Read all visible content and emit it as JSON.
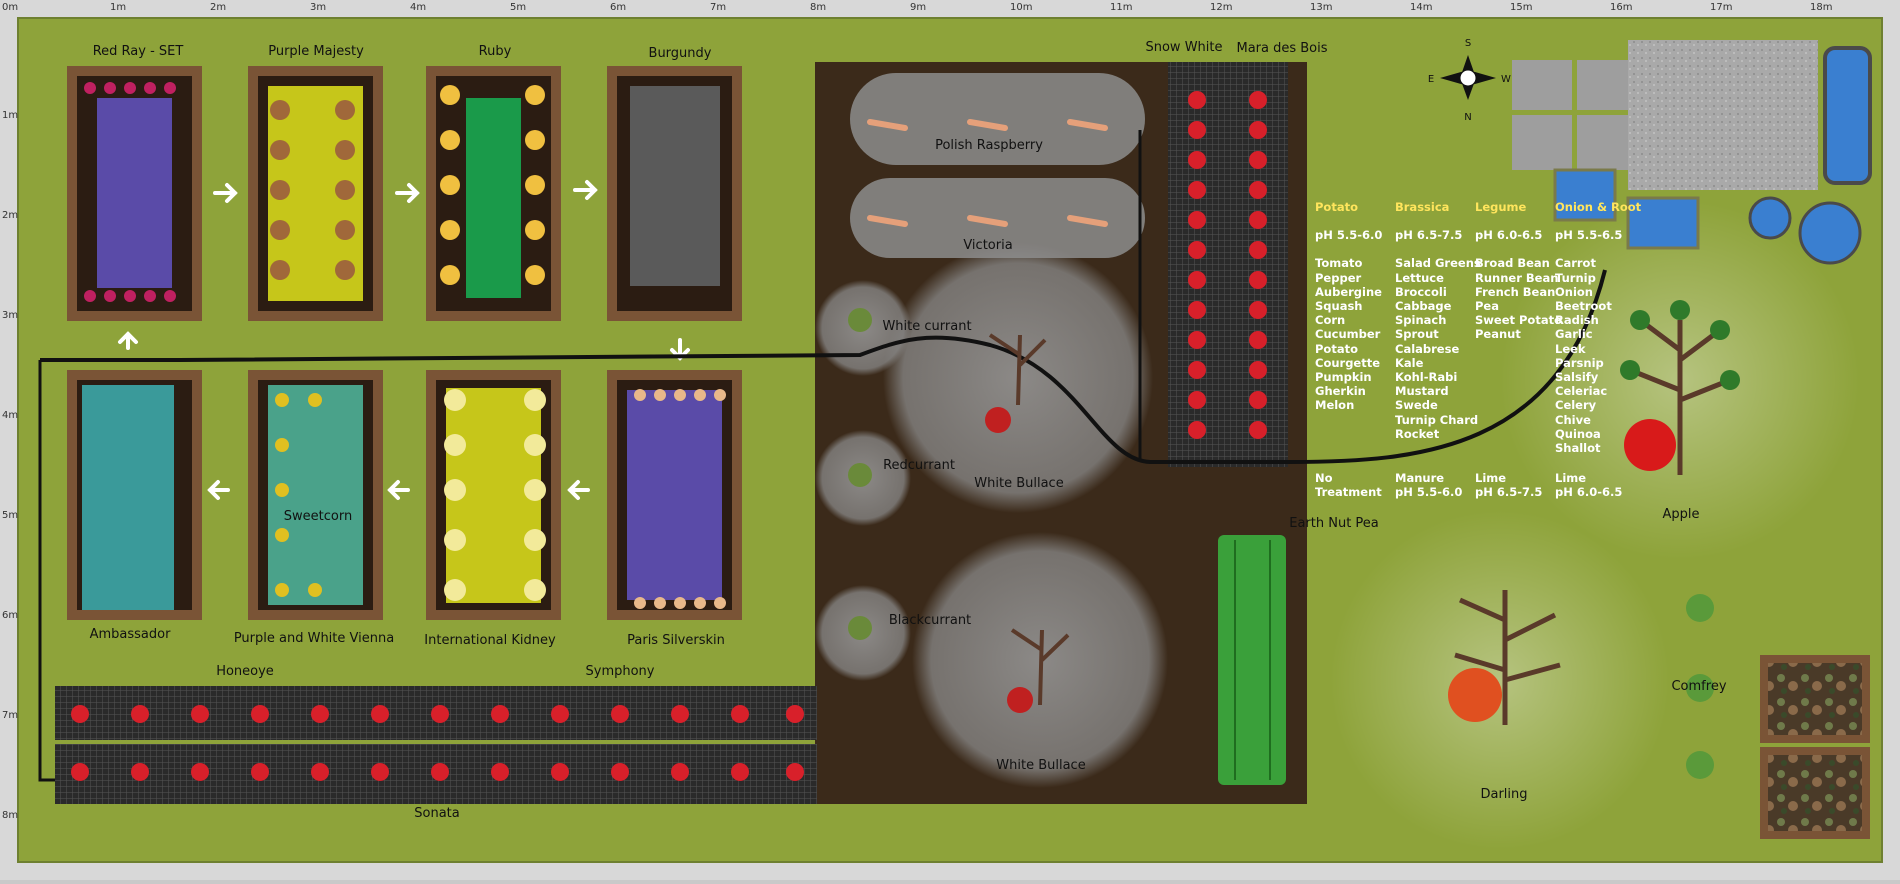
{
  "ruler": {
    "top": [
      "0m",
      "1m",
      "2m",
      "3m",
      "4m",
      "5m",
      "6m",
      "7m",
      "8m",
      "9m",
      "10m",
      "11m",
      "12m",
      "13m",
      "14m",
      "15m",
      "16m",
      "17m",
      "18m"
    ],
    "left": [
      "1m",
      "2m",
      "3m",
      "4m",
      "5m",
      "6m",
      "7m",
      "8m"
    ]
  },
  "beds": {
    "red_ray": "Red Ray - SET",
    "purple_majesty": "Purple Majesty",
    "ruby": "Ruby",
    "burgundy": "Burgundy",
    "ambassador": "Ambassador",
    "purple_white_vienna": "Purple and White Vienna",
    "sweetcorn": "Sweetcorn",
    "international_kidney": "International Kidney",
    "paris_silverskin": "Paris Silverskin",
    "honeoye": "Honeoye",
    "symphony": "Symphony",
    "sonata": "Sonata",
    "snow_white": "Snow White",
    "mara_des_bois": "Mara des Bois",
    "polish_raspberry": "Polish Raspberry",
    "victoria": "Victoria",
    "white_currant": "White currant",
    "redcurrant": "Redcurrant",
    "blackcurrant": "Blackcurrant",
    "white_bullace_1": "White Bullace",
    "white_bullace_2": "White Bullace",
    "earth_nut_pea": "Earth Nut Pea",
    "apple": "Apple",
    "darling": "Darling",
    "comfrey": "Comfrey"
  },
  "compass": {
    "n": "N",
    "s": "S",
    "e": "E",
    "w": "W"
  },
  "rotation_table": {
    "columns": [
      {
        "header": "Potato",
        "ph": "pH 5.5-6.0",
        "crops": [
          "Tomato",
          "Pepper",
          "Aubergine",
          "Squash",
          "Corn",
          "Cucumber",
          "Potato",
          "Courgette",
          "Pumpkin",
          "Gherkin",
          "Melon"
        ],
        "treatment": [
          "No",
          "Treatment"
        ]
      },
      {
        "header": "Brassica",
        "ph": "pH 6.5-7.5",
        "crops": [
          "Salad Greens",
          "Lettuce",
          "Broccoli",
          "Cabbage",
          "Spinach",
          "Sprout",
          "Calabrese",
          "Kale",
          "Kohl-Rabi",
          "Mustard",
          "Swede",
          "Turnip Chard",
          "Rocket"
        ],
        "treatment": [
          "Manure",
          "pH 5.5-6.0"
        ]
      },
      {
        "header": "Legume",
        "ph": "pH 6.0-6.5",
        "crops": [
          "Broad Bean",
          "Runner Bean",
          "French Bean",
          "Pea",
          "Sweet Potato",
          "Peanut"
        ],
        "treatment": [
          "Lime",
          "pH 6.5-7.5"
        ]
      },
      {
        "header": "Onion & Root",
        "ph": "pH 5.5-6.5",
        "crops": [
          "Carrot",
          "Turnip",
          "Onion",
          "Beetroot",
          "Radish",
          "Garlic",
          "Leek",
          "Parsnip",
          "Salsify",
          "Celeriac",
          "Celery",
          "Chive",
          "Quinoa",
          "Shallot"
        ],
        "treatment": [
          "Lime",
          "pH 6.0-6.5"
        ]
      }
    ]
  },
  "colors": {
    "lawn": "#8ea33a",
    "soil": "#3b2a1a",
    "bed_frame": "#7a5436",
    "path_grey": "#8a8a8a",
    "water_blue": "#3a7fd0",
    "header_yellow": "#ffe55c"
  }
}
